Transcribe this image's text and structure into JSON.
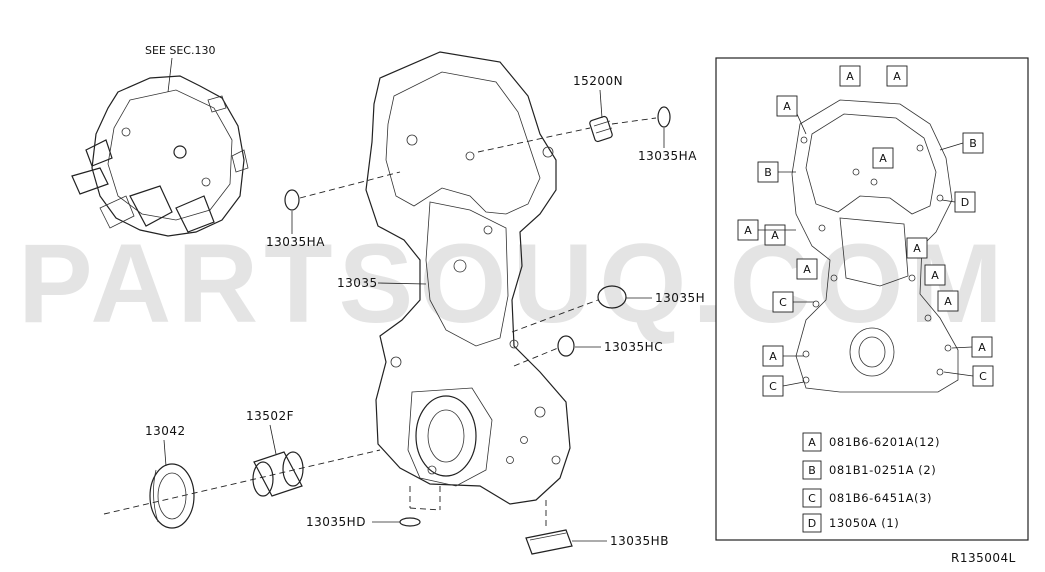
{
  "watermark": "PARTSOUQ.COM",
  "reference_code": "R135004L",
  "callouts": {
    "see_sec": "SEE SEC.130",
    "p15200n": "15200N",
    "p13035ha_right": "13035HA",
    "p13035ha_left": "13035HA",
    "p13035": "13035",
    "p13035h": "13035H",
    "p13035hc": "13035HC",
    "p13042": "13042",
    "p13502f": "13502F",
    "p13035hd": "13035HD",
    "p13035hb": "13035HB"
  },
  "bolt_markers": [
    "A",
    "A",
    "A",
    "B",
    "B",
    "A",
    "D",
    "A",
    "A",
    "A",
    "A",
    "A",
    "A",
    "C",
    "C",
    "A",
    "A",
    "C",
    "C"
  ],
  "legend": [
    {
      "letter": "A",
      "text": "081B6-6201A(12)"
    },
    {
      "letter": "B",
      "text": "081B1-0251A (2)"
    },
    {
      "letter": "C",
      "text": "081B6-6451A(3)"
    },
    {
      "letter": "D",
      "text": "13050A (1)"
    }
  ]
}
